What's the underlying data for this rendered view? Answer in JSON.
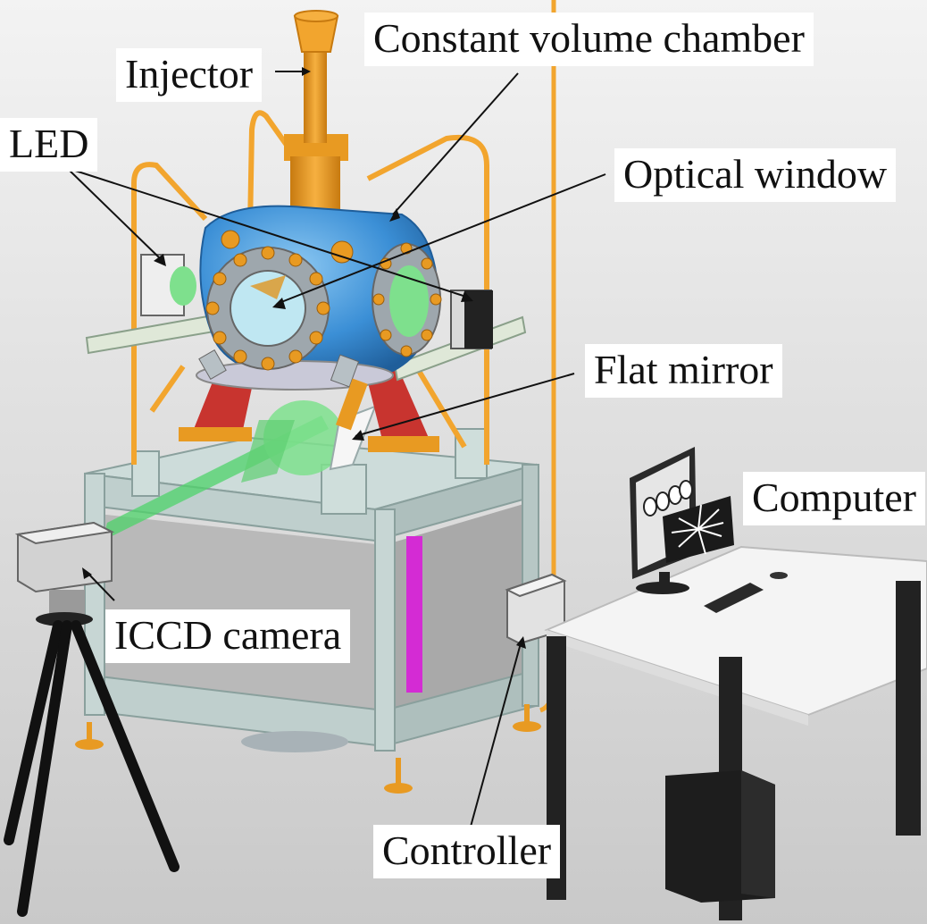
{
  "labels": {
    "injector": "Injector",
    "constant_volume_chamber": "Constant volume chamber",
    "led": "LED",
    "optical_window": "Optical window",
    "flat_mirror": "Flat mirror",
    "computer": "Computer",
    "iccd_camera": "ICCD camera",
    "controller": "Controller"
  },
  "colors": {
    "background_top": "#f2f2f2",
    "background_bottom": "#c8c8c8",
    "chamber_blue": "#3b8fd6",
    "flange_grey": "#9ea7ad",
    "bolt_orange": "#e89a22",
    "frame_orange": "#f2a52e",
    "beam_green": "#4dd36a",
    "support_red": "#c8342f",
    "table_frame": "#bfcfcd",
    "panel_grey": "#b9b9b9",
    "magenta": "#d42bd4",
    "desk_white": "#f4f4f4",
    "desk_legs": "#222222"
  }
}
